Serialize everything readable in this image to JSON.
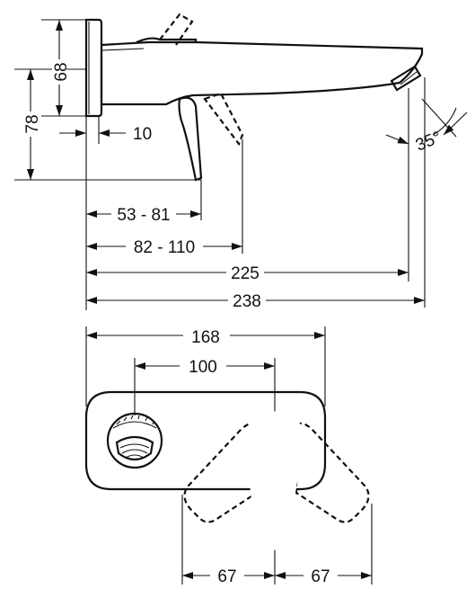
{
  "side_view": {
    "dim_68": "68",
    "dim_78": "78",
    "dim_10": "10",
    "dim_35": "35°",
    "dim_53_81": "53 - 81",
    "dim_82_110": "82 - 110",
    "dim_225": "225",
    "dim_238": "238"
  },
  "front_view": {
    "dim_168": "168",
    "dim_100": "100",
    "dim_67_left": "67",
    "dim_67_right": "67"
  }
}
